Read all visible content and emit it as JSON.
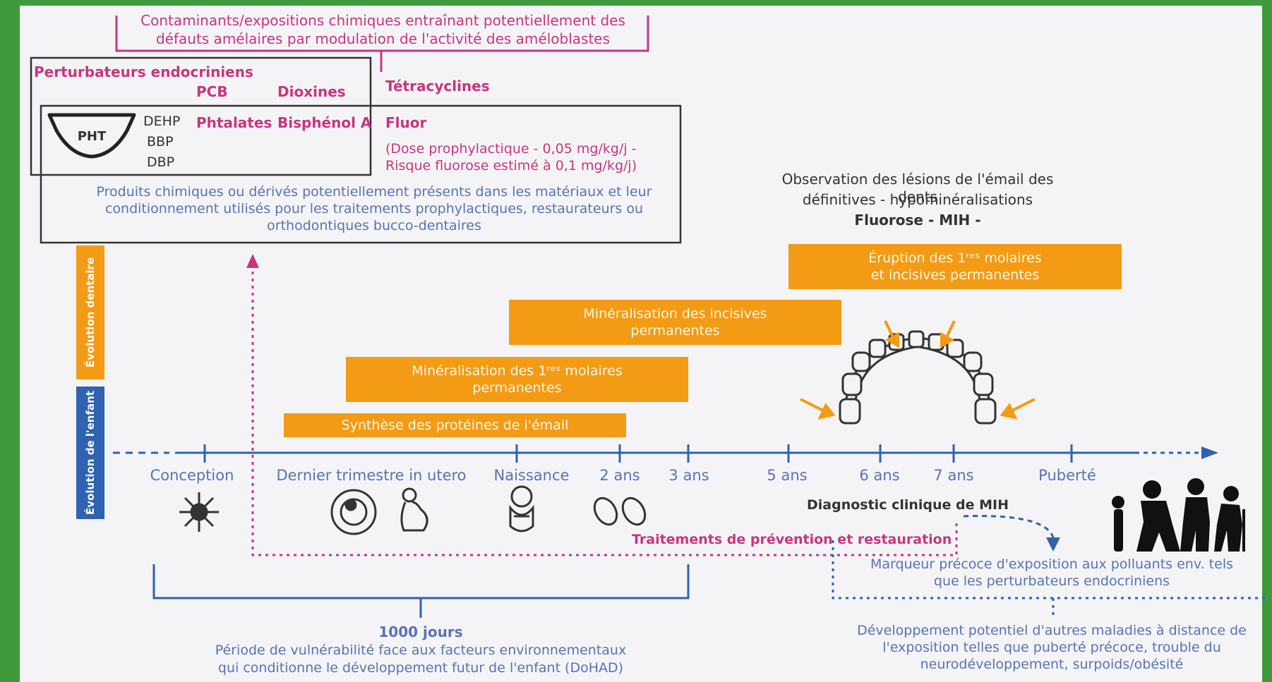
{
  "header": {
    "contaminants_title": "Contaminants/expositions chimiques entraînant potentiellement des défauts amélaires par modulation de l'activité des améloblastes"
  },
  "chemicals": {
    "endocrine_title": "Perturbateurs endocriniens",
    "pcb": "PCB",
    "dioxines": "Dioxines",
    "tetracyclines": "Tétracyclines",
    "pht": "PHT",
    "dehp": "DEHP",
    "bbp": "BBP",
    "dbp": "DBP",
    "phtalates": "Phtalates",
    "bisphenol": "Bisphénol A",
    "fluor": "Fluor",
    "fluor_note": "(Dose prophylactique - 0,05 mg/kg/j - Risque fluorose estimé à 0,1 mg/kg/j)",
    "products_note": "Produits chimiques ou dérivés potentiellement présents dans les matériaux et leur conditionnement utilisés pour les traitements prophylactiques, restaurateurs ou orthodontiques bucco-dentaires"
  },
  "observation": {
    "line1": "Observation des lésions de l'émail des dents",
    "line2": "définitives - hypominéralisations",
    "line3": "Fluorose - MIH -"
  },
  "axis_labels": {
    "dental": "Évolution dentaire",
    "child": "Évolution de l'enfant"
  },
  "phases": {
    "eruption": "Éruption des 1ʳᵉˢ molaires et incisives permanentes",
    "mineral_incisives": "Minéralisation des incisives permanentes",
    "mineral_molaires": "Minéralisation des 1ʳᵉˢ molaires permanentes",
    "synthese": "Synthèse des protéines de l'émail"
  },
  "timeline": {
    "conception": "Conception",
    "trimestre": "Dernier trimestre in utero",
    "naissance": "Naissance",
    "ans2": "2 ans",
    "ans3": "3 ans",
    "ans5": "5 ans",
    "ans6": "6 ans",
    "ans7": "7 ans",
    "puberte": "Puberté"
  },
  "diagnostic": "Diagnostic clinique de MIH",
  "traitements": "Traitements de prévention et restauration",
  "marqueur": "Marqueur précoce d'exposition aux polluants env. tels que les perturbateurs endocriniens",
  "dohad": {
    "title": "1000 jours",
    "line1": "Période de vulnérabilité face aux facteurs environnementaux",
    "line2": "qui conditionne le développement futur de l'enfant (DoHAD)"
  },
  "developpement": "Développement potentiel d'autres maladies à distance de l'exposition telles que puberté précoce, trouble du neurodéveloppement, surpoids/obésité",
  "colors": {
    "orange": "#f39b14",
    "blue_axis": "#2f62b0",
    "pink": "#c8357e",
    "green_frame": "#3f9a3c"
  }
}
